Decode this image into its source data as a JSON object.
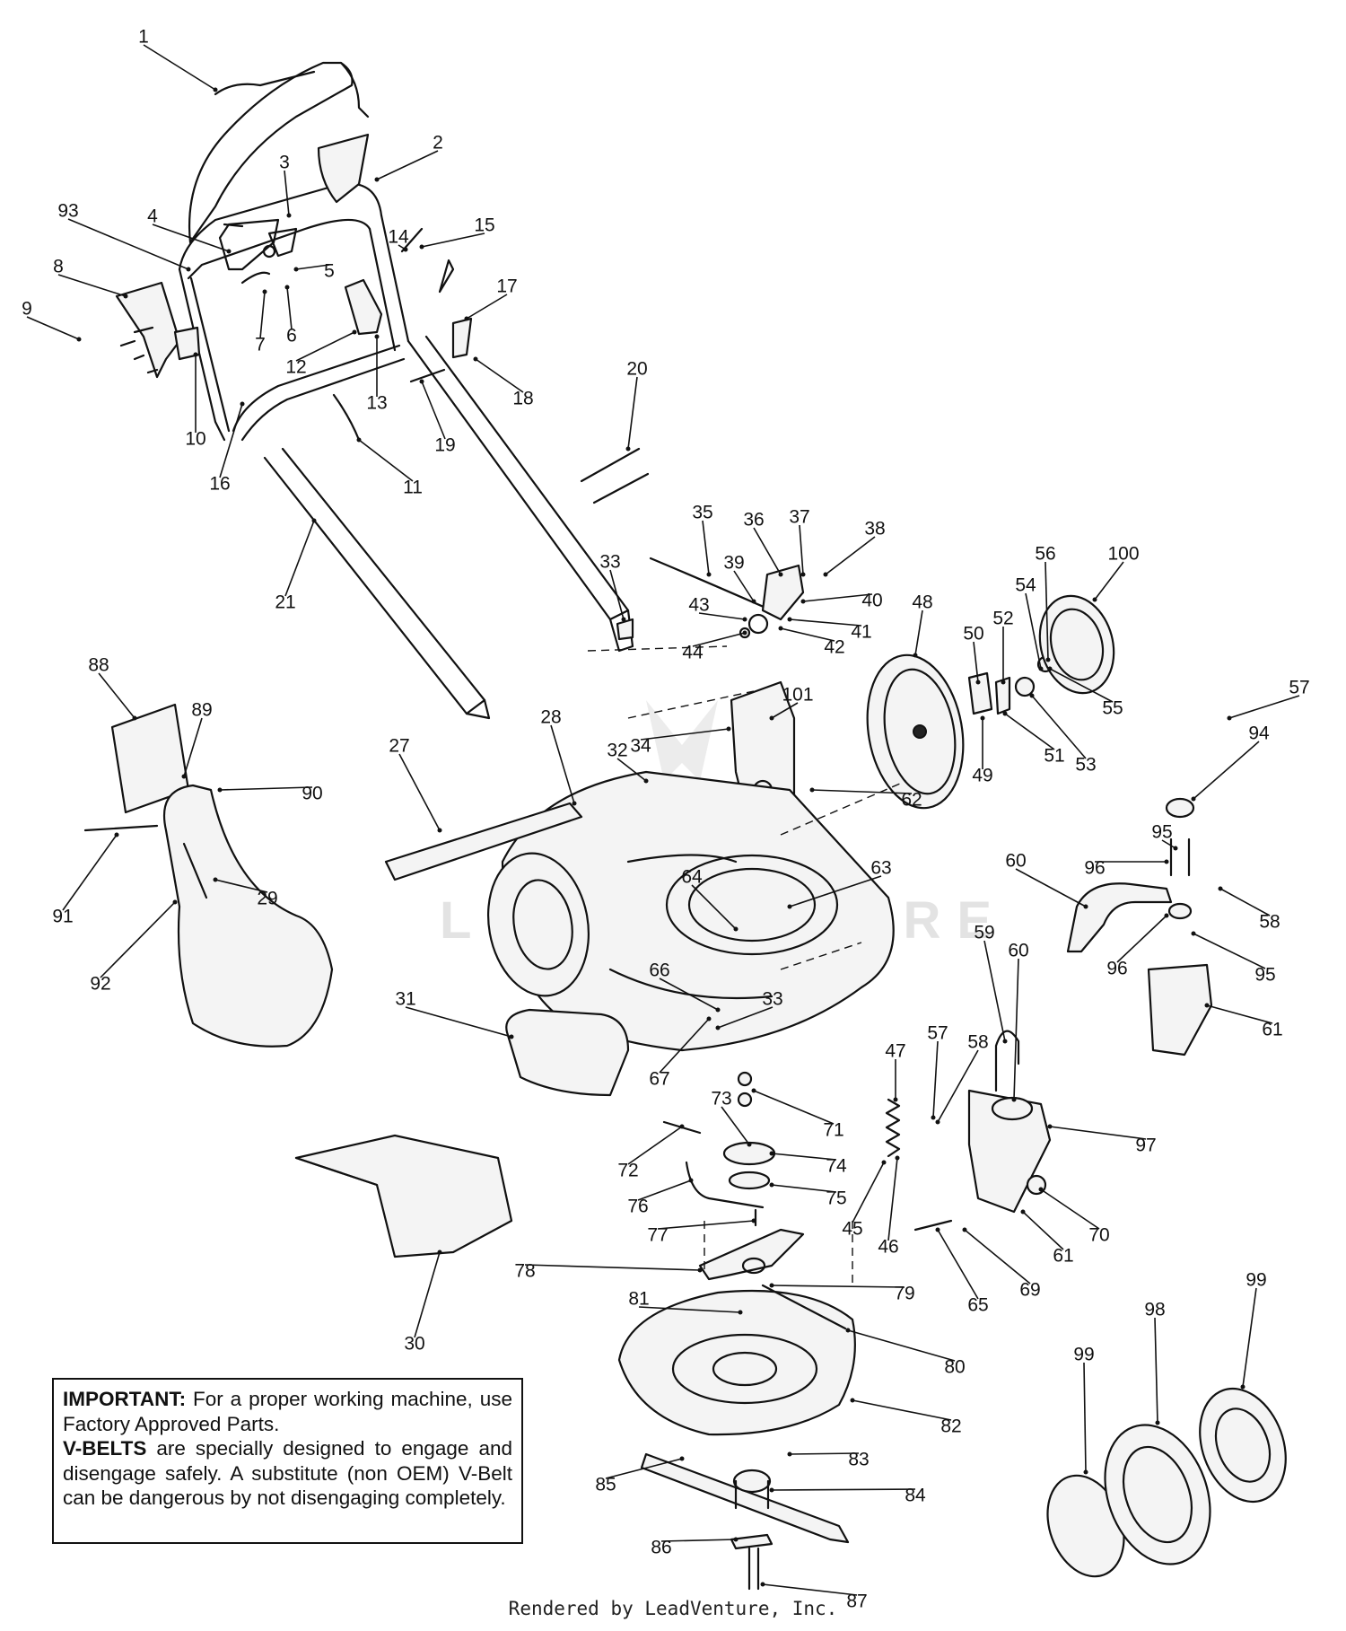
{
  "diagram": {
    "watermark": "LEADVENTURE",
    "callouts": [
      "1",
      "2",
      "3",
      "4",
      "5",
      "6",
      "7",
      "8",
      "9",
      "10",
      "11",
      "12",
      "13",
      "14",
      "15",
      "16",
      "17",
      "18",
      "19",
      "20",
      "21",
      "27",
      "28",
      "29",
      "30",
      "31",
      "32",
      "33",
      "33",
      "34",
      "35",
      "36",
      "37",
      "38",
      "39",
      "40",
      "41",
      "42",
      "43",
      "44",
      "45",
      "46",
      "47",
      "48",
      "49",
      "50",
      "51",
      "52",
      "53",
      "54",
      "55",
      "56",
      "57",
      "57",
      "58",
      "58",
      "59",
      "60",
      "60",
      "61",
      "61",
      "62",
      "63",
      "64",
      "65",
      "66",
      "67",
      "69",
      "70",
      "71",
      "72",
      "73",
      "74",
      "75",
      "76",
      "77",
      "78",
      "79",
      "80",
      "81",
      "82",
      "83",
      "84",
      "85",
      "86",
      "87",
      "88",
      "89",
      "90",
      "91",
      "92",
      "93",
      "94",
      "95",
      "95",
      "96",
      "96",
      "97",
      "98",
      "99",
      "99",
      "100",
      "101"
    ]
  },
  "notice": {
    "important_label": "IMPORTANT:",
    "important_text": " For a proper working machine, use Factory Approved Parts.",
    "vbelts_label": "V-BELTS",
    "vbelts_text": " are specially designed to engage and disengage safely. A substitute (non OEM) V-Belt can be dangerous by not disengaging completely."
  },
  "footer": "Rendered by LeadVenture, Inc."
}
